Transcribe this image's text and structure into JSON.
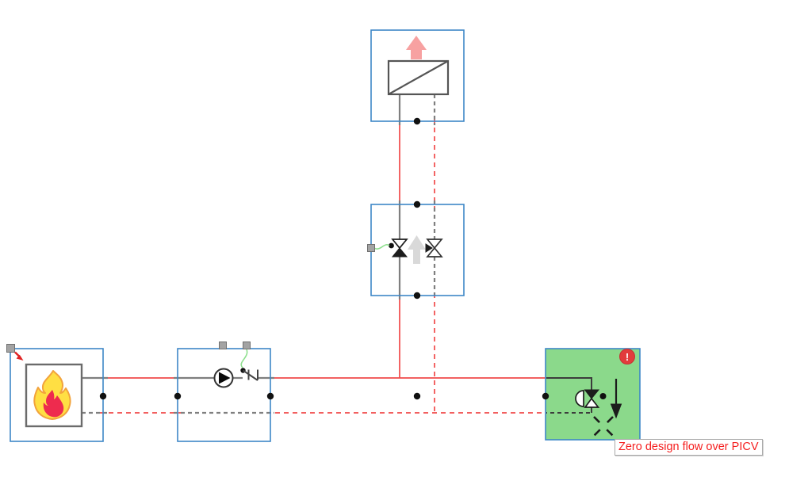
{
  "tooltip": {
    "text": "Zero design flow over PICV"
  },
  "error_badge": {
    "glyph": "!"
  },
  "components": [
    {
      "name": "boiler",
      "icon": "flame-icon",
      "highlighted": false
    },
    {
      "name": "pump",
      "icon": "pump-icon",
      "highlighted": false
    },
    {
      "name": "heat-emitter",
      "icon": "radiator-icon",
      "highlighted": false
    },
    {
      "name": "valve-set",
      "icon": "control-valve-icon",
      "highlighted": false
    },
    {
      "name": "picv",
      "icon": "picv-valve-icon",
      "highlighted": true,
      "error_message": "Zero design flow over PICV"
    }
  ],
  "colors": {
    "canvas-bg": "#ffffff",
    "box-border": "#3e87c7",
    "pipe-red": "#f14a4a",
    "pipe-gray": "#7f7f7f",
    "pipe-dark": "#3c3c3c",
    "highlight-green": "#8bd98b",
    "badge-red": "#e23c3c",
    "tooltip-red": "#f51d1d",
    "wire-green": "#8ee08e",
    "handle-fill": "#a3a3a3",
    "handle-stroke": "#6f6f6f",
    "arrow-pink": "#f7a1a1",
    "arrow-gray": "#d9d9d9",
    "flame-yellow": "#ffdf43",
    "flame-orange": "#f2a33c",
    "flame-red": "#ee2b4e",
    "symbol-dark": "#1c1c1c",
    "node-black": "#111111",
    "move-arrow-red": "#e02222"
  }
}
